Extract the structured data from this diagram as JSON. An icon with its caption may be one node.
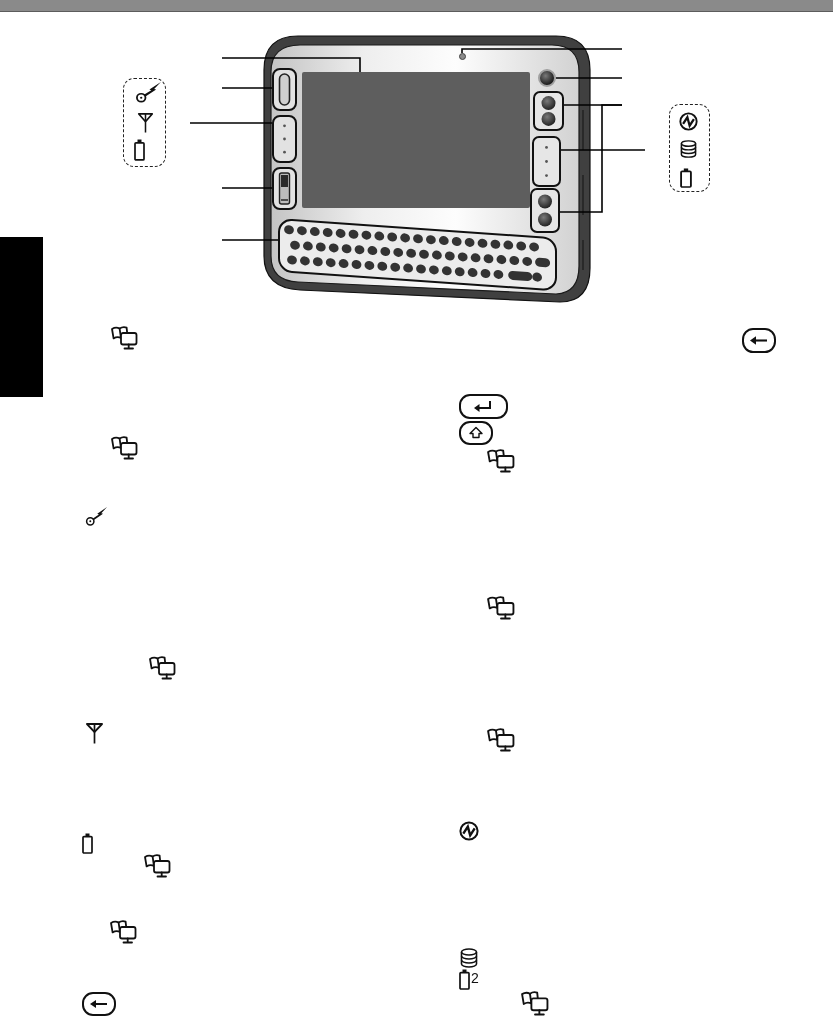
{
  "diagram": {
    "nodes": [
      {
        "text": [],
        "shape": "box"
      },
      {
        "text": [],
        "shape": "box"
      },
      {
        "text": [],
        "shape": "box"
      },
      {
        "text": [],
        "shape": "box"
      },
      {
        "text": [],
        "shape": "box"
      },
      {
        "text": [],
        "shape": "circle"
      },
      {
        "text": [],
        "shape": "circle"
      },
      {
        "text": [],
        "shape": "box"
      },
      {
        "text": [],
        "shape": "box"
      },
      {
        "text": [],
        "shape": "box"
      },
      {
        "text": [],
        "shape": "bar"
      }
    ],
    "edges": [
      {
        "from": null,
        "to": 0,
        "arrow": "none"
      },
      {
        "from": null,
        "to": 1,
        "arrow": "none"
      },
      {
        "from": null,
        "to": 2,
        "arrow": "none"
      },
      {
        "from": null,
        "to": 3,
        "arrow": "none"
      },
      {
        "from": null,
        "to": 4,
        "arrow": "none"
      },
      {
        "from": null,
        "to": 5,
        "arrow": "none"
      },
      {
        "from": null,
        "to": 6,
        "arrow": "none"
      },
      {
        "from": null,
        "to": 7,
        "arrow": "none"
      },
      {
        "from": null,
        "to": 8,
        "arrow": "none"
      },
      {
        "from": null,
        "to": 9,
        "arrow": "none"
      }
    ],
    "labels": [
      "2"
    ]
  }
}
